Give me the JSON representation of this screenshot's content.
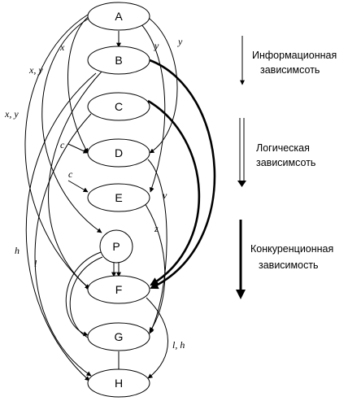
{
  "nodes": {
    "A": "A",
    "B": "B",
    "C": "C",
    "D": "D",
    "E": "E",
    "P": "P",
    "F": "F",
    "G": "G",
    "H": "H"
  },
  "edge_labels": {
    "x_left": "x",
    "xy_left": "x, y",
    "xy_far": "x, y",
    "y_right_inner": "y",
    "y_right_outer": "y",
    "c_d": "c",
    "c_e": "c",
    "v": "v",
    "z": "z",
    "h": "h",
    "l": "l",
    "lh": "l, h"
  },
  "legend": {
    "info_line1": "Информационная",
    "info_line2": "зависимсоть",
    "logic_line1": "Логическая",
    "logic_line2": "зависимсоть",
    "conc_line1": "Конкуренционная",
    "conc_line2": "зависимость"
  }
}
